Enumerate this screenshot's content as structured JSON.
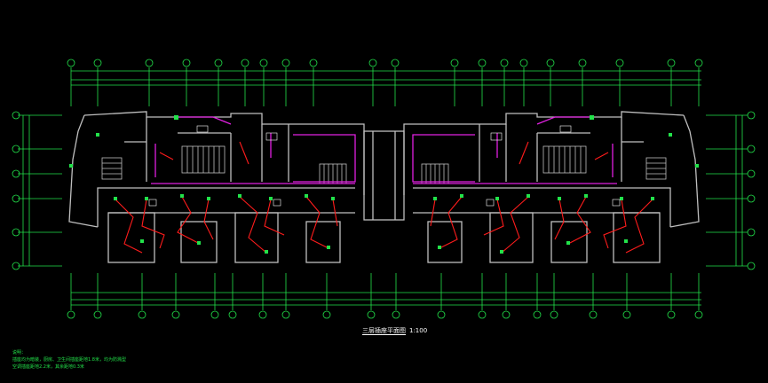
{
  "drawing": {
    "title": "三层插座平面图",
    "scale": "1:100",
    "notes": [
      "说明：",
      "插座均为暗装，厨房、卫生间插座距地1.8米，均为防溅型",
      "空调插座距地2.2米，其余距地0.3米"
    ]
  },
  "colors": {
    "background": "#000000",
    "wall": "#bfbfbf",
    "dimension": "#22e24a",
    "axis_bubble": "#22e24a",
    "circuit_red": "#ff1c1c",
    "circuit_magenta": "#e020e0",
    "caption": "#ffffff"
  }
}
